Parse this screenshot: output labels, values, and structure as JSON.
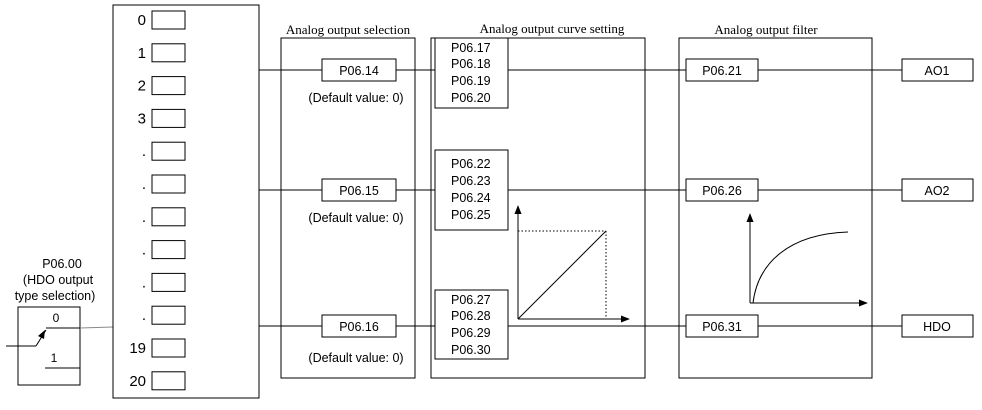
{
  "colors": {
    "stroke": "#000000",
    "background": "#ffffff",
    "dashed": "#000000"
  },
  "hdo_selector": {
    "code": "P06.00",
    "desc_line1": "(HDO output",
    "desc_line2": "type selection)",
    "switch_top": "0",
    "switch_bottom": "1"
  },
  "source_list": {
    "items": [
      "0",
      "1",
      "2",
      "3",
      ".",
      ".",
      ".",
      ".",
      ".",
      ".",
      "19",
      "20"
    ]
  },
  "sections": {
    "selection_title": "Analog output selection",
    "curve_title": "Analog output curve setting",
    "filter_title": "Analog output filter"
  },
  "channels": [
    {
      "selection_code": "P06.14",
      "default_note": "(Default value: 0)",
      "curve_codes": [
        "P06.17",
        "P06.18",
        "P06.19",
        "P06.20"
      ],
      "filter_code": "P06.21",
      "output": "AO1"
    },
    {
      "selection_code": "P06.15",
      "default_note": "(Default value: 0)",
      "curve_codes": [
        "P06.22",
        "P06.23",
        "P06.24",
        "P06.25"
      ],
      "filter_code": "P06.26",
      "output": "AO2"
    },
    {
      "selection_code": "P06.16",
      "default_note": "(Default value: 0)",
      "curve_codes": [
        "P06.27",
        "P06.28",
        "P06.29",
        "P06.30"
      ],
      "filter_code": "P06.31",
      "output": "HDO"
    }
  ],
  "icons": {
    "curve_graph": "linear-curve-graph-icon",
    "filter_graph": "filter-response-graph-icon",
    "switch": "selector-switch-icon"
  }
}
